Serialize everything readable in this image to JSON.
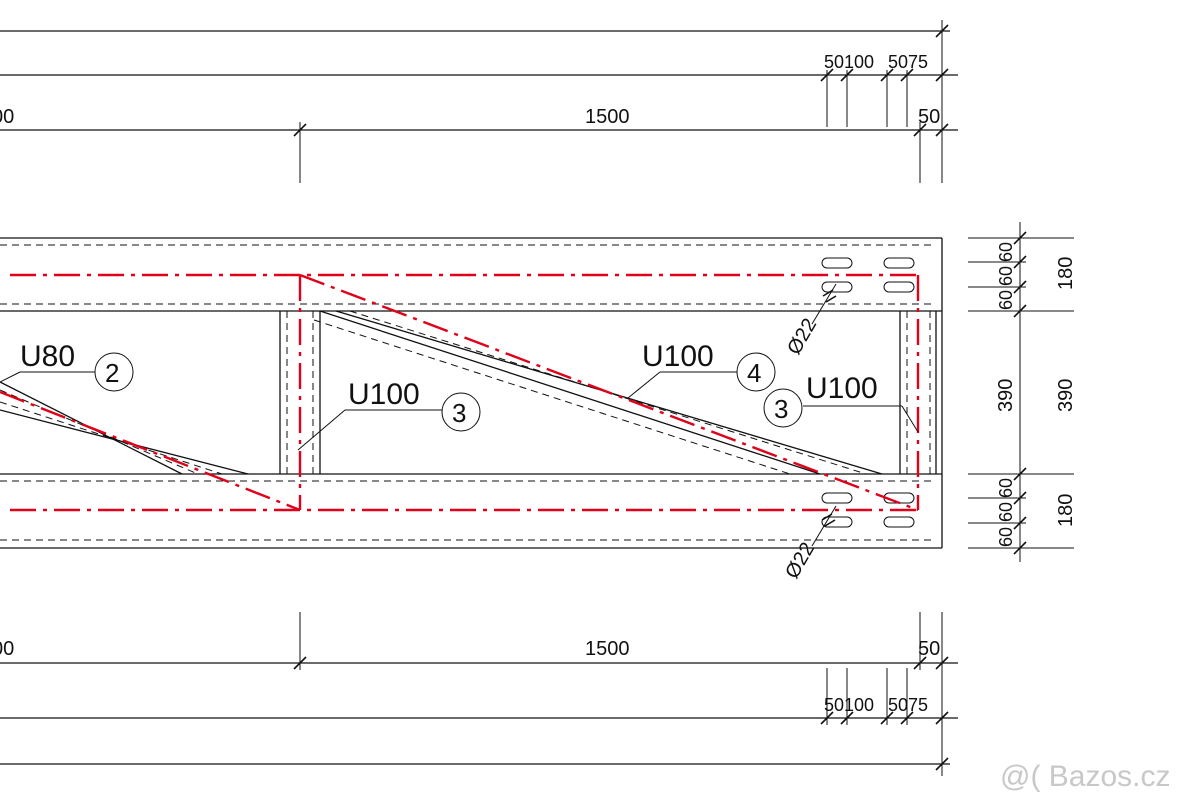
{
  "colors": {
    "axis_line": "#e0001a",
    "line": "#111111",
    "watermark": "#c8c8c8"
  },
  "dimensions": {
    "top_row1": "50100",
    "top_row2": "5075",
    "top_left_partial": "00",
    "top_main": "1500",
    "top_end": "50",
    "bottom_left_partial": "00",
    "bottom_main": "1500",
    "bottom_end": "50",
    "bottom_row1": "50100",
    "bottom_row2": "5075",
    "side_top_small_a": "60",
    "side_top_small_b": "60",
    "side_top_small_c": "60",
    "side_top_180": "180",
    "side_mid_390_a": "390",
    "side_mid_390_b": "390",
    "side_bot_small_a": "60",
    "side_bot_small_b": "60",
    "side_bot_small_c": "60",
    "side_bot_180": "180"
  },
  "labels": {
    "u80": "U80",
    "u80_num": "2",
    "u100_left": "U100",
    "u100_left_num": "3",
    "u100_diag": "U100",
    "u100_diag_num": "4",
    "u100_right": "U100",
    "u100_right_num": "3",
    "bolt_top": "Ø22",
    "bolt_bottom": "Ø22"
  },
  "watermark": "@( Bazos.cz"
}
